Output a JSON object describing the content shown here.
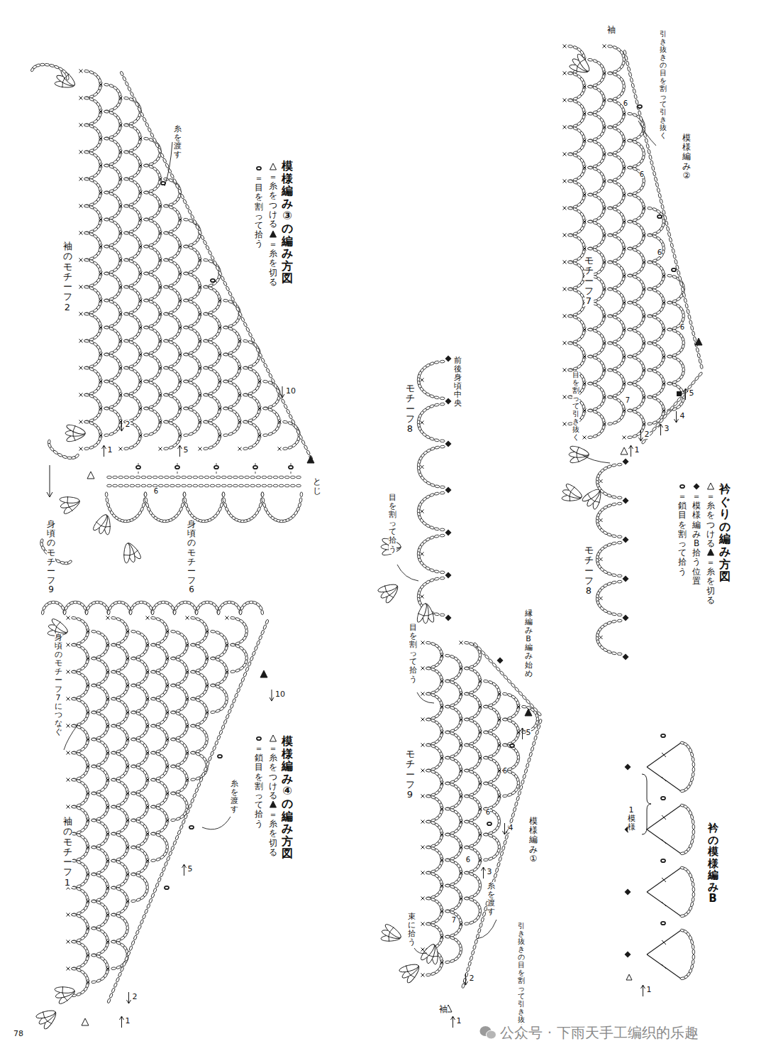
{
  "diagram": {
    "labels": [
      "模様編み③の編み方図",
      "糸を渡す",
      "袖のモチーフ2",
      "10",
      "2",
      "1",
      "5",
      "6",
      "とじ",
      "身頃の モチーフ6",
      "身頃の モチーフ9",
      "模様編み④の編み方図",
      "身頃のモチーフ7に つなぐ",
      "10",
      "糸を渡す",
      "袖のモチーフ1",
      "5",
      "2",
      "1",
      "前後身頃中央",
      "モチーフ8",
      "目を割って 拾う",
      "目を割って 拾う",
      "縁編みB 編み始め",
      "5",
      "6",
      "4",
      "モチーフ9",
      "6",
      "模様編み①",
      "3",
      "糸を渡す",
      "6",
      "7",
      "束に拾う",
      "引き抜きの 目を割って 引き抜く",
      "2",
      "袖",
      "1",
      "袖",
      "引き抜きの目を 割って引き抜く",
      "6",
      "模様編み②",
      "6",
      "モチーフ7",
      "6",
      "6",
      "目を割って 引き抜く",
      "7",
      "5",
      "4",
      "3",
      "2",
      "1",
      "モチーフ8",
      "衿ぐりの編み方図",
      "衿の模様編みB",
      "1模様",
      "1",
      "78",
      "公众号 · 下雨天手工编织的乐趣"
    ],
    "legend": [
      {
        "text": "＝糸をつける"
      },
      {
        "text": "＝糸を切る"
      },
      {
        "text": "＝目を割って拾う"
      },
      {
        "text": "＝糸をつける"
      },
      {
        "text": "＝糸を切る"
      },
      {
        "text": "＝鎖目を割って拾う"
      },
      {
        "text": "＝糸をつける"
      },
      {
        "text": "＝糸を切る"
      },
      {
        "text": "＝模様編みB拾う位置"
      },
      {
        "text": "＝鎖目を割って拾う"
      }
    ]
  }
}
